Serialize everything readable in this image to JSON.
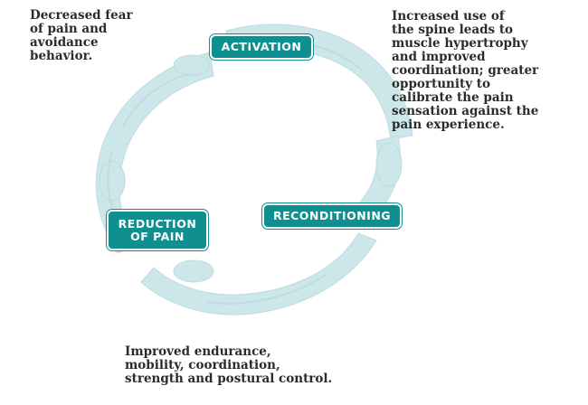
{
  "colors": {
    "accent": "#0f8f8f",
    "cycle_figure": "#cde6ea",
    "text": "#2b2b2b"
  },
  "icons": {
    "cycle": "circular-arrow-figures-icon"
  },
  "stages": {
    "activation": "ACTIVATION",
    "reconditioning": "RECONDITIONING",
    "reduction_of_pain": "REDUCTION\nOF PAIN"
  },
  "notes": {
    "top_left": "Decreased fear\nof pain and\navoidance\nbehavior.",
    "top_right": "Increased use of\nthe spine leads to\nmuscle hypertrophy\nand improved\ncoordination; greater\nopportunity to\ncalibrate the pain\nsensation against the\npain experience.",
    "bottom": "Improved endurance,\nmobility,  coordination,\nstrength and postural control."
  }
}
